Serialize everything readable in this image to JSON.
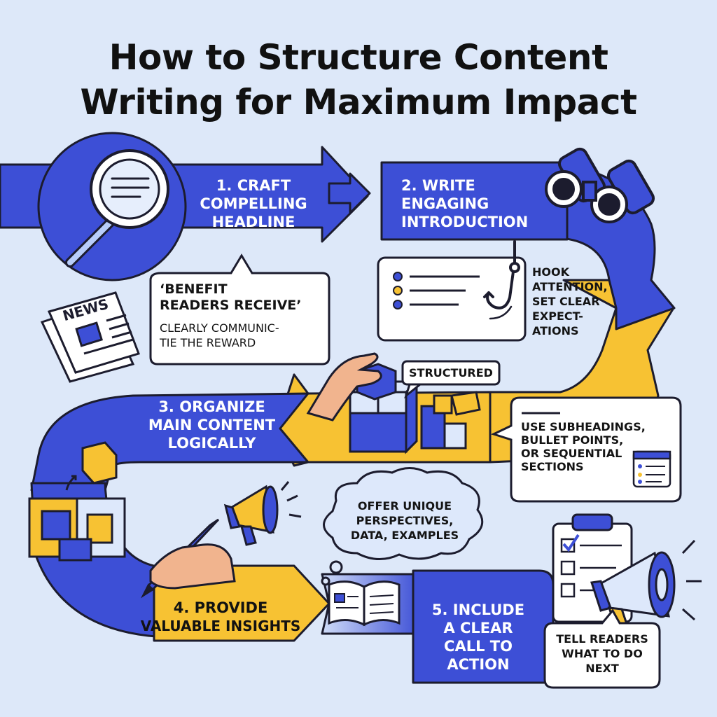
{
  "title": {
    "line1": "How to Structure Content",
    "line2": "Writing for Maximum Impact"
  },
  "steps": [
    {
      "lines": [
        "1. Craft",
        "Compelling",
        "Headline"
      ]
    },
    {
      "lines": [
        "2. Write",
        "Engaging",
        "Introduction"
      ]
    },
    {
      "lines": [
        "3. Organize",
        "Main Content",
        "Logically"
      ]
    },
    {
      "lines": [
        "4. Provide",
        "Valuable Insights"
      ]
    },
    {
      "lines": [
        "5. Include",
        "A Clear",
        "Call to",
        "Action"
      ]
    }
  ],
  "notes": {
    "benefit": {
      "heading": [
        "‘Benefit",
        "Readers Receive’"
      ],
      "body": [
        "Clearly Communic-",
        "tie the Reward"
      ]
    },
    "hook": [
      "Hook",
      "Attention,",
      "Set Clear",
      "Expect-",
      "ations"
    ],
    "structured": "Structured",
    "subheadings": [
      "Use Subheadings,",
      "Bullet Points,",
      "or Sequential",
      "Sections"
    ],
    "insights": [
      "Offer Unique",
      "Perspectives,",
      "Data, Examples"
    ],
    "cta": [
      "Tell Readers",
      "What to Do",
      "Next"
    ]
  },
  "icons": {
    "newspaper_label": "NEWS"
  },
  "colors": {
    "background": "#dde8f9",
    "primary_blue": "#3d4fd6",
    "accent_yellow": "#f7c233",
    "outline": "#1c1c2e",
    "paper": "#ffffff",
    "skin": "#f1b48e"
  }
}
